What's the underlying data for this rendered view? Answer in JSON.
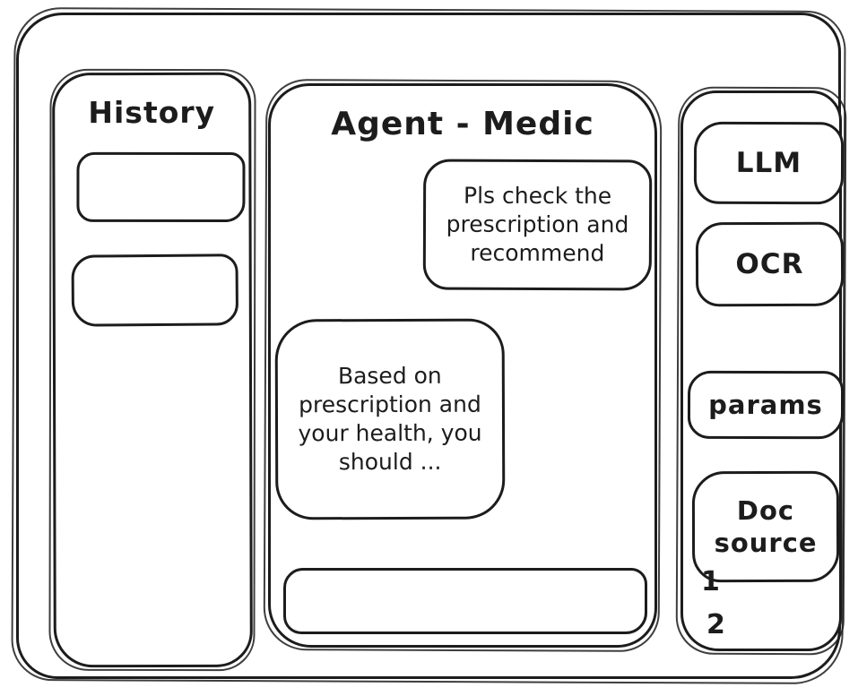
{
  "colors": {
    "stroke": "#1c1c1c",
    "background": "#ffffff"
  },
  "history": {
    "title": "History",
    "items": [
      {
        "label": ""
      },
      {
        "label": ""
      }
    ]
  },
  "chat": {
    "title": "Agent - Medic",
    "messages": [
      {
        "role": "user",
        "text": "Pls check the prescription and recommend"
      },
      {
        "role": "agent",
        "text": "Based on prescription and your health, you should ..."
      }
    ],
    "input": {
      "value": "",
      "placeholder": ""
    }
  },
  "tools": {
    "buttons": [
      {
        "label": "LLM"
      },
      {
        "label": "OCR"
      },
      {
        "label": "params"
      },
      {
        "label": "Doc source"
      }
    ],
    "doc_source_items": [
      "1",
      "2"
    ]
  }
}
